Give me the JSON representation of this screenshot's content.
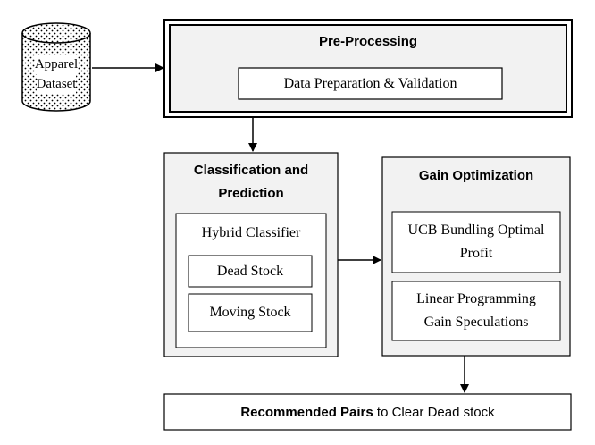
{
  "dataset": {
    "line1": "Apparel",
    "line2": "Dataset"
  },
  "preprocessing": {
    "title": "Pre-Processing",
    "step": "Data Preparation & Validation"
  },
  "classification": {
    "title_line1": "Classification and",
    "title_line2": "Prediction",
    "classifier": "Hybrid Classifier",
    "dead_stock": "Dead Stock",
    "moving_stock": "Moving Stock"
  },
  "gain": {
    "title": "Gain Optimization",
    "ucb_line1": "UCB Bundling Optimal",
    "ucb_line2": "Profit",
    "lp_line1": "Linear Programming",
    "lp_line2": "Gain Speculations"
  },
  "result": {
    "bold": "Recommended Pairs",
    "rest": " to Clear Dead stock"
  }
}
